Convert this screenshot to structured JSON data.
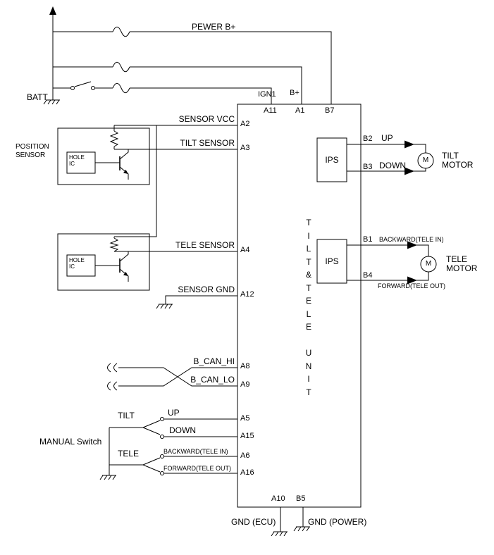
{
  "power": {
    "label": "PEWER B+",
    "batt": "BATT"
  },
  "unit": {
    "name_vertical": "T\nI\nL\nT\n&\nT\nE\nL\nE\n\nU\nN\nI\nT",
    "ips_label": "IPS",
    "top_pins": {
      "ign1_label": "IGN1",
      "bplus_label": "B+",
      "a11": "A11",
      "a1": "A1",
      "b7": "B7"
    },
    "bottom_pins": {
      "a10": "A10",
      "b5": "B5"
    }
  },
  "left_signals": {
    "sensor_vcc": "SENSOR VCC",
    "a2": "A2",
    "tilt_sensor": "TILT SENSOR",
    "a3": "A3",
    "tele_sensor": "TELE SENSOR",
    "a4": "A4",
    "sensor_gnd": "SENSOR GND",
    "a12": "A12",
    "b_can_hi": "B_CAN_HI",
    "a8": "A8",
    "b_can_lo": "B_CAN_LO",
    "a9": "A9"
  },
  "position_sensor": {
    "title": "POSITION\nSENSOR",
    "hole_ic": "HOLE\nIC"
  },
  "manual_switch": {
    "title": "MANUAL Switch",
    "tilt": "TILT",
    "tele": "TELE",
    "up": "UP",
    "a5": "A5",
    "down": "DOWN",
    "a15": "A15",
    "backward": "BACKWARD(TELE IN)",
    "a6": "A6",
    "forward": "FORWARD(TELE OUT)",
    "a16": "A16"
  },
  "right_outputs": {
    "b2": "B2",
    "up": "UP",
    "b3": "B3",
    "down": "DOWN",
    "tilt_motor": "TILT\nMOTOR",
    "b1": "B1",
    "backward": "BACKWARD(TELE IN)",
    "b4": "B4",
    "forward": "FORWARD(TELE OUT)",
    "tele_motor": "TELE\nMOTOR",
    "motor_letter": "M"
  },
  "bottom": {
    "gnd_ecu": "GND (ECU)",
    "gnd_power": "GND (POWER)"
  }
}
